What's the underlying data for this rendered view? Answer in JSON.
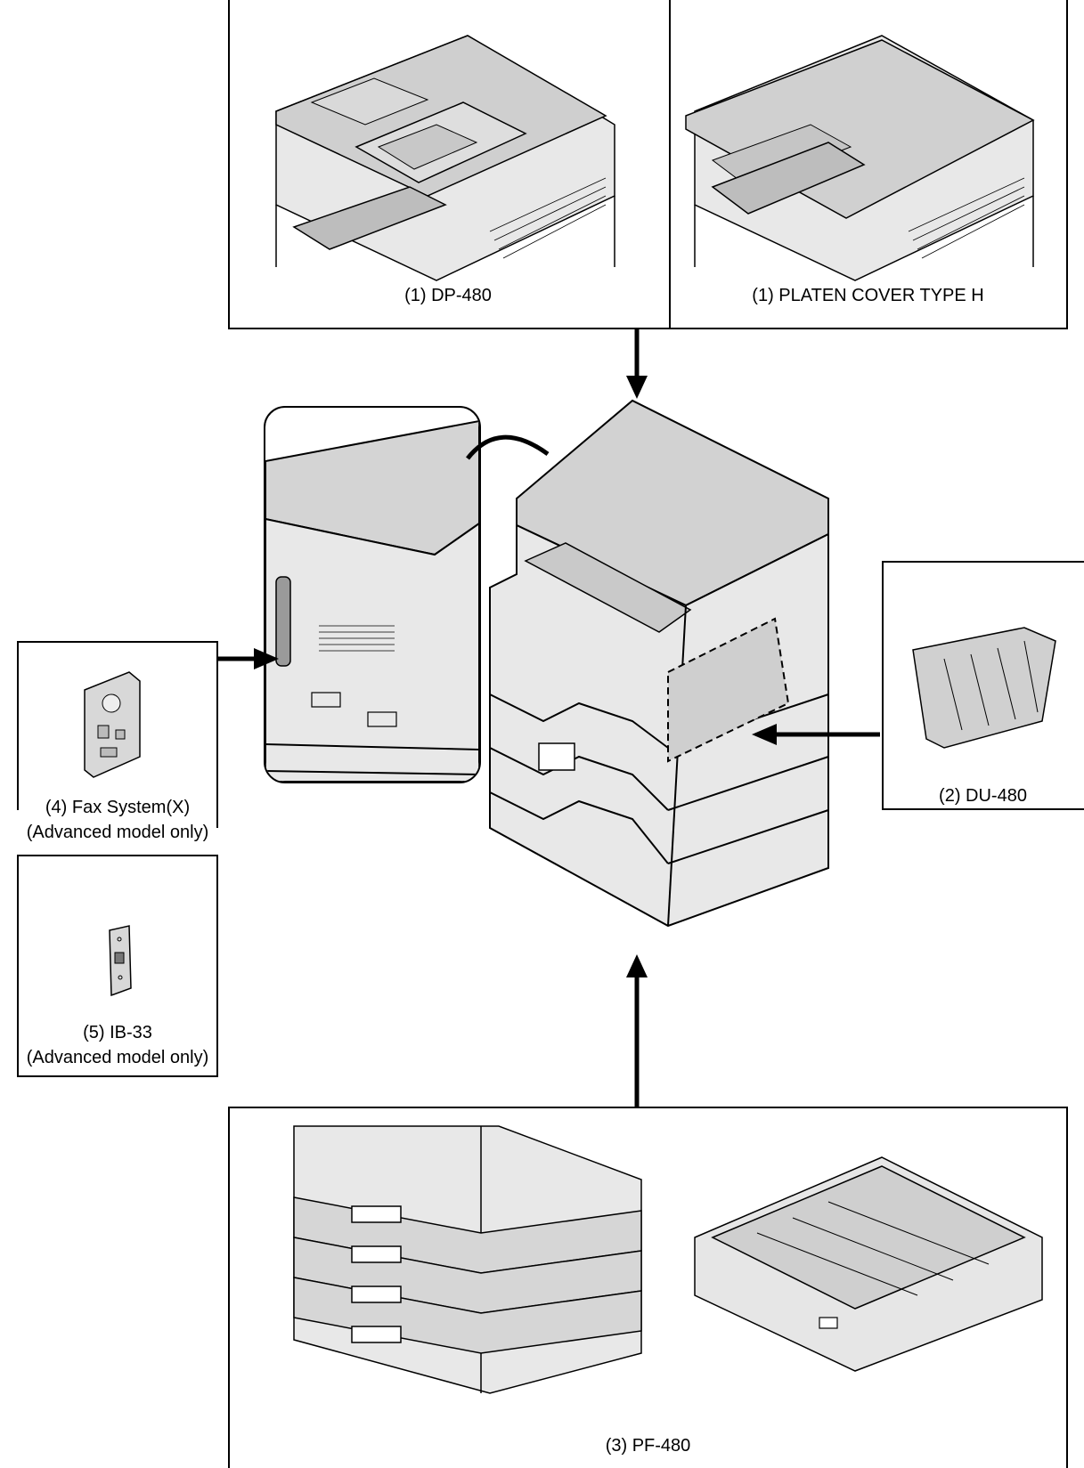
{
  "top_options": {
    "dp480_label": "(1) DP-480",
    "platen_label": "(1) PLATEN COVER TYPE H"
  },
  "du480": {
    "label": "(2) DU-480"
  },
  "pf480": {
    "label": "(3) PF-480"
  },
  "fax": {
    "label": "(4) Fax System(X)",
    "note": "(Advanced model only)"
  },
  "ib33": {
    "label": "(5) IB-33",
    "note": "(Advanced model only)"
  },
  "colors": {
    "line": "#000000",
    "body_fill": "#e6e6e6",
    "panel_fill": "#d7d7d7",
    "dark": "#555555"
  }
}
